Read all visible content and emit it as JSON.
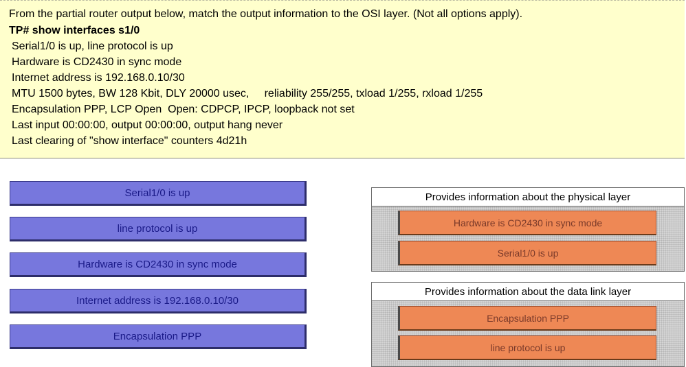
{
  "question": {
    "instruction": "From the partial router output below, match the output information to the OSI layer. (Not all options apply).",
    "command_prompt": "TP# ",
    "command": "show interfaces s1/0",
    "output_lines": [
      "Serial1/0 is up, line protocol is up",
      "Hardware is CD2430 in sync mode",
      "Internet address is 192.168.0.10/30",
      "MTU 1500 bytes, BW 128 Kbit, DLY 20000 usec,     reliability 255/255, txload 1/255, rxload 1/255",
      "Encapsulation PPP, LCP Open  Open: CDPCP, IPCP, loopback not set",
      "Last input 00:00:00, output 00:00:00, output hang never",
      "Last clearing of \"show interface\" counters 4d21h"
    ]
  },
  "options": [
    "Serial1/0 is up",
    "line protocol is up",
    "Hardware is CD2430 in sync mode",
    "Internet address is 192.168.0.10/30",
    "Encapsulation PPP"
  ],
  "targets": [
    {
      "header": "Provides information about the physical layer",
      "items": [
        "Hardware is CD2430 in sync mode",
        "Serial1/0 is up"
      ]
    },
    {
      "header": "Provides information about the data link layer",
      "items": [
        "Encapsulation PPP",
        "line protocol is up"
      ]
    }
  ],
  "colors": {
    "question_bg": "#ffffcc",
    "option_bg": "#7777dd",
    "option_text": "#1a1a88",
    "slot_bg": "#ee8855",
    "slot_text": "#7a3a2a"
  }
}
